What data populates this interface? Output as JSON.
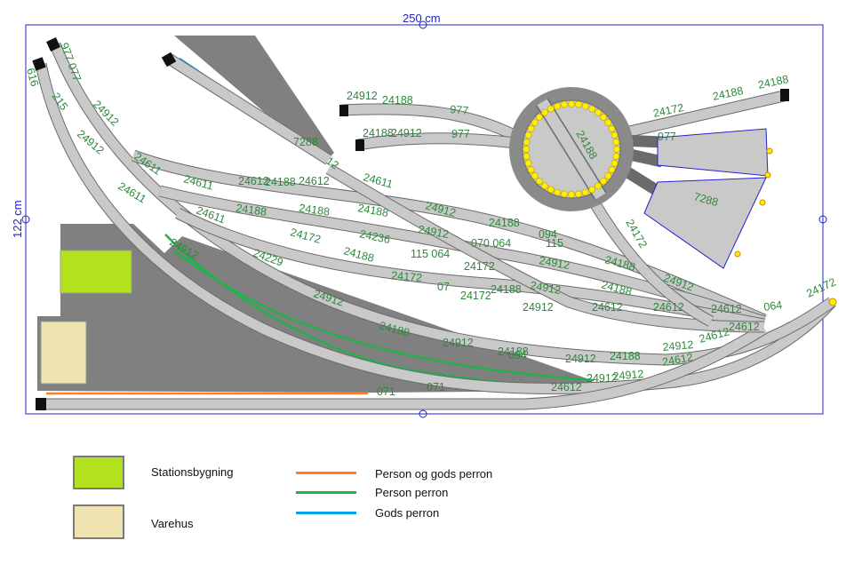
{
  "dimensions": {
    "width_label": "250 cm",
    "height_label": "122 cm"
  },
  "colors": {
    "board_outline": "#2222cc",
    "track_fill": "#c9c9c9",
    "track_edge": "#6b6b6b",
    "platform_area": "#808080",
    "label_text": "#2a8a3a",
    "station_building": "#b2e21e",
    "warehouse": "#efe4b0",
    "person_gods_perron": "#ff7f27",
    "person_perron": "#22b14c",
    "gods_perron": "#00a2e8",
    "turntable_lights": "#ffee00"
  },
  "track_labels": {
    "l01": "977 077",
    "l02": "616",
    "l03": "215",
    "l04": "24912",
    "l05": "24912",
    "l06": "24611",
    "l07": "24611",
    "l08": "24611",
    "l09": "24612",
    "l10": "24612",
    "l11": "12",
    "l12": "24611",
    "l13": "24611",
    "l14": "24188",
    "l15": "24188",
    "l16": "24188",
    "l17": "24912",
    "l18": "24229",
    "l19": "24172",
    "l20": "24236",
    "l21": "24912",
    "l22": "24188",
    "l23": "24188",
    "l24": "070 064",
    "l25": "115 064",
    "l26": "094",
    "l27": "115",
    "l28": "24172",
    "l29": "24172",
    "l30": "07",
    "l31": "24172",
    "l32": "24912",
    "l33": "24912",
    "l34": "24912",
    "l35": "24912",
    "l36": "24188",
    "l37": "24912",
    "l38": "094",
    "l39": "24912",
    "l40": "24188",
    "l41": "071",
    "l42": "24912",
    "l43": "24912",
    "l44": "24612",
    "l45": "24612",
    "l46": "24612",
    "l47": "24612",
    "l48": "24612",
    "l49": "064",
    "l50": "24172",
    "l51": "24912",
    "l52": "24188",
    "l53": "24188",
    "l54": "24172",
    "l55": "24912",
    "l56": "24188",
    "l57": "977",
    "l58": "24188",
    "l59": "24912",
    "l60": "977",
    "l61": "24172",
    "l62": "24188",
    "l63": "24188",
    "l64": "977",
    "l65": "24188",
    "l66": "7288",
    "l67": "7288",
    "l68": "24188",
    "l69": "24912",
    "l70": "24188",
    "l71": "24612",
    "l72": "24612",
    "l73": "24912",
    "l74": "24188",
    "l75": "071"
  },
  "legend": {
    "station_building": "Stationsbygning",
    "warehouse": "Varehus",
    "person_gods_perron": "Person og gods perron",
    "person_perron": "Person perron",
    "gods_perron": "Gods perron"
  }
}
